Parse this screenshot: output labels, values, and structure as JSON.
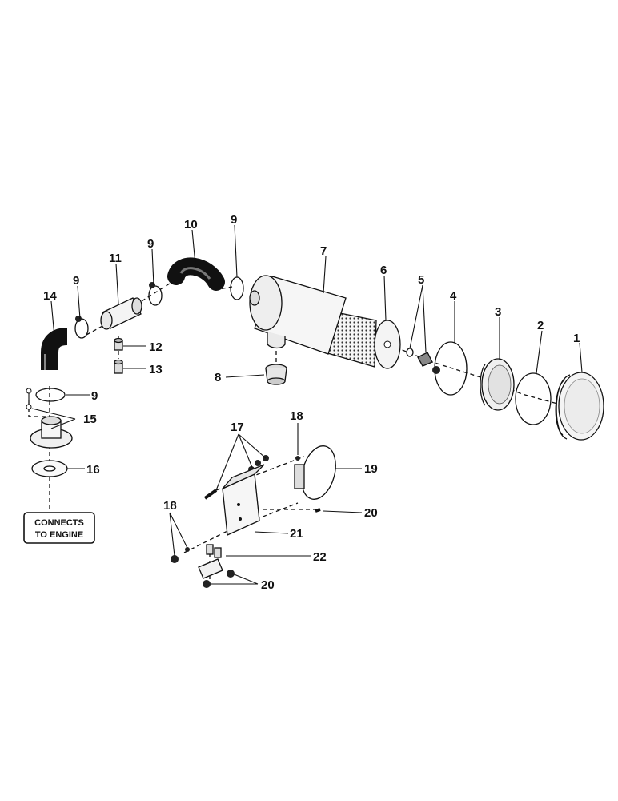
{
  "callouts": {
    "c1": "1",
    "c2": "2",
    "c3": "3",
    "c4": "4",
    "c5": "5",
    "c6": "6",
    "c7": "7",
    "c8": "8",
    "c9a": "9",
    "c9b": "9",
    "c9c": "9",
    "c9d": "9",
    "c10": "10",
    "c11": "11",
    "c12": "12",
    "c13": "13",
    "c14": "14",
    "c15": "15",
    "c16": "16",
    "c17": "17",
    "c18a": "18",
    "c18b": "18",
    "c19": "19",
    "c20a": "20",
    "c20b": "20",
    "c21": "21",
    "c22": "22"
  },
  "note_box": {
    "line1": "CONNECTS",
    "line2": "TO ENGINE"
  }
}
